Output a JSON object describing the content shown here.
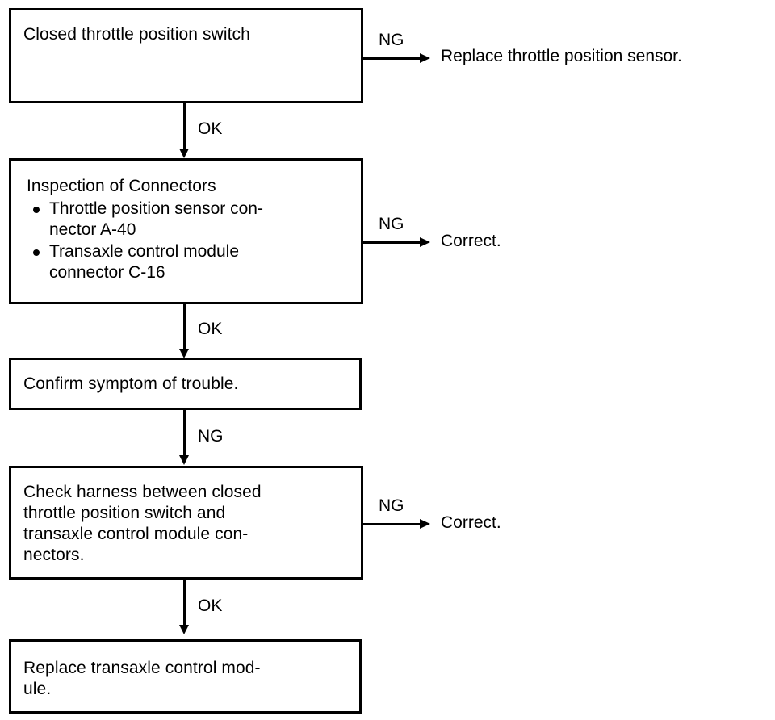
{
  "diagram": {
    "type": "troubleshooting-flowchart",
    "line_color": "#000000",
    "background_color": "#ffffff",
    "nodes": [
      {
        "id": "node-1",
        "text": "Closed throttle position switch"
      },
      {
        "id": "node-2",
        "title": "Inspection of Connectors",
        "bullets": [
          "Throttle position sensor con-\nnector A-40",
          "Transaxle control module\nconnector C-16"
        ]
      },
      {
        "id": "node-3",
        "text": "Confirm symptom of trouble."
      },
      {
        "id": "node-4",
        "text": "Check harness between closed\nthrottle position switch and\ntransaxle control module con-\nnectors."
      },
      {
        "id": "node-5",
        "text": "Replace transaxle control mod-\nule."
      }
    ],
    "vertical_edges": [
      {
        "id": "edge-1-2",
        "label": "OK"
      },
      {
        "id": "edge-2-3",
        "label": "OK"
      },
      {
        "id": "edge-3-4",
        "label": "NG"
      },
      {
        "id": "edge-4-5",
        "label": "OK"
      }
    ],
    "branch_edges": [
      {
        "id": "branch-1",
        "label": "NG",
        "target": "Replace throttle position sensor."
      },
      {
        "id": "branch-2",
        "label": "NG",
        "target": "Correct."
      },
      {
        "id": "branch-4",
        "label": "NG",
        "target": "Correct."
      }
    ]
  }
}
